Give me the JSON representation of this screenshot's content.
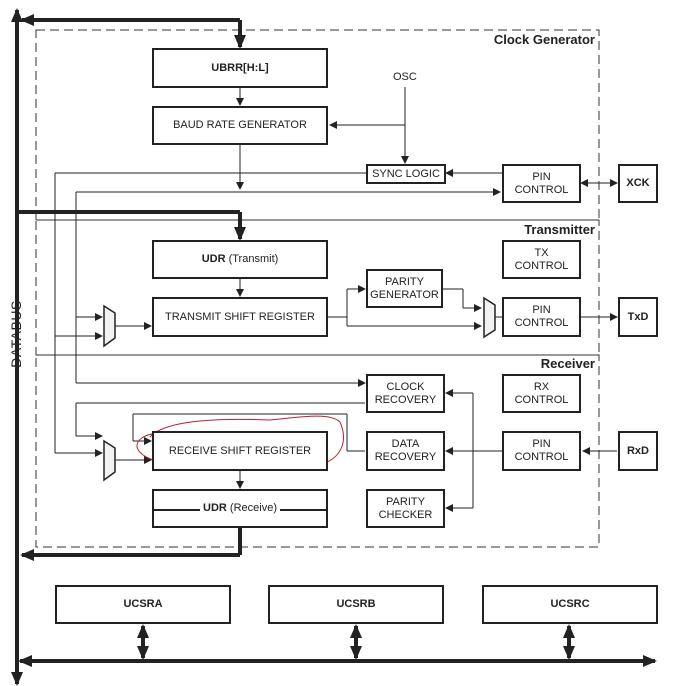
{
  "sections": {
    "clock_generator": "Clock Generator",
    "transmitter": "Transmitter",
    "receiver": "Receiver"
  },
  "databus_label": "DATABUS",
  "osc_label": "OSC",
  "blocks": {
    "ubrr": "UBRR[H:L]",
    "baud_rate_generator": "BAUD RATE GENERATOR",
    "sync_logic": "SYNC LOGIC",
    "pin_control_clock": "PIN\nCONTROL",
    "xck": "XCK",
    "udr_transmit_bold": "UDR",
    "udr_transmit_suffix": " (Transmit)",
    "tx_control": "TX\nCONTROL",
    "parity_generator": "PARITY\nGENERATOR",
    "transmit_shift_register": "TRANSMIT SHIFT REGISTER",
    "pin_control_tx": "PIN\nCONTROL",
    "txd": "TxD",
    "clock_recovery": "CLOCK\nRECOVERY",
    "rx_control": "RX\nCONTROL",
    "receive_shift_register": "RECEIVE SHIFT REGISTER",
    "data_recovery": "DATA\nRECOVERY",
    "pin_control_rx": "PIN\nCONTROL",
    "rxd": "RxD",
    "udr_receive_bold": "UDR",
    "udr_receive_suffix": " (Receive)",
    "parity_checker": "PARITY\nCHECKER",
    "ucsra": "UCSRA",
    "ucsrb": "UCSRB",
    "ucsrc": "UCSRC"
  },
  "annotation": {
    "highlight_target": "RECEIVE SHIFT REGISTER",
    "highlight_color": "#c0202a"
  }
}
